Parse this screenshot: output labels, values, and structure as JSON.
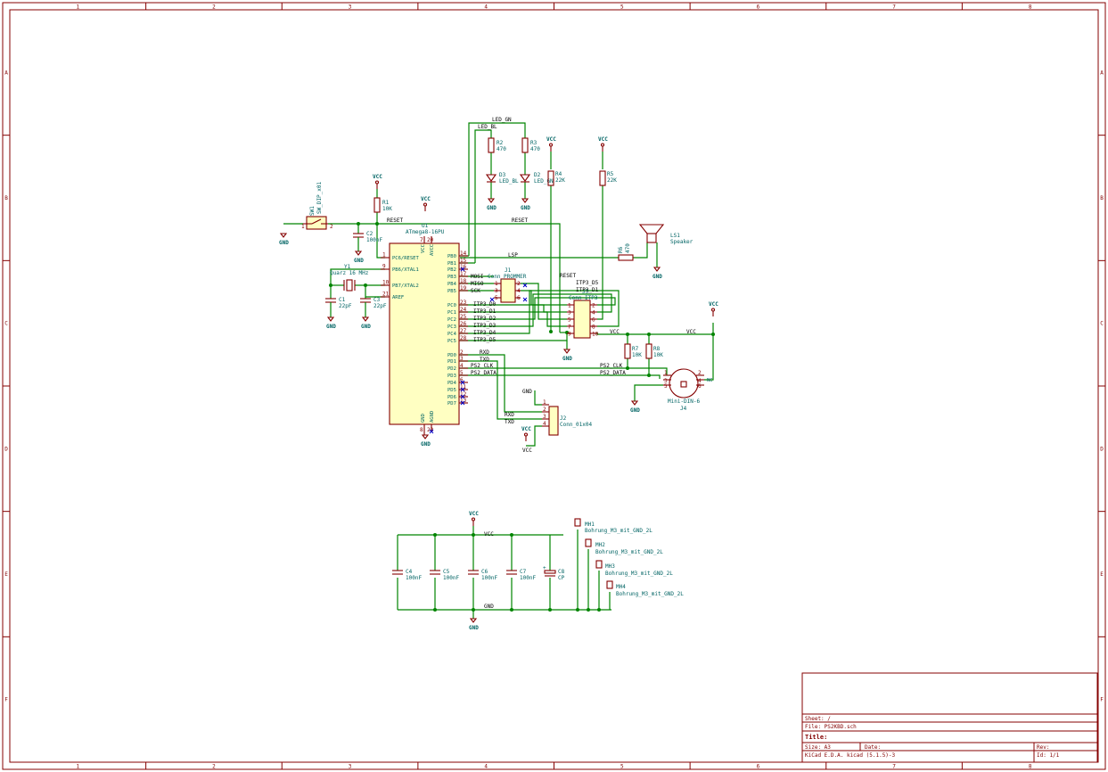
{
  "sheet": {
    "columns": [
      "1",
      "2",
      "3",
      "4",
      "5",
      "6",
      "7",
      "8"
    ],
    "rows": [
      "A",
      "B",
      "C",
      "D",
      "E",
      "F"
    ],
    "title_block": {
      "sheet": "Sheet: /",
      "file": "File: PS2KBD.sch",
      "title": "Title:",
      "size": "Size: A3",
      "date": "Date:",
      "rev": "Rev:",
      "tool": "KiCad E.D.A.  kicad (5.1.5)-3",
      "id": "Id: 1/1"
    }
  },
  "components": {
    "u1": {
      "ref": "U1",
      "value": "ATmega8-16PU",
      "left_pins": [
        {
          "num": "1",
          "name": "PC6/RESET"
        },
        {
          "num": "9",
          "name": "PB6/XTAL1"
        },
        {
          "num": "10",
          "name": "PB7/XTAL2"
        },
        {
          "num": "21",
          "name": "AREF"
        }
      ],
      "right_pins": [
        {
          "num": "14",
          "name": "PB0"
        },
        {
          "num": "15",
          "name": "PB1"
        },
        {
          "num": "16",
          "name": "PB2"
        },
        {
          "num": "17",
          "name": "PB3"
        },
        {
          "num": "18",
          "name": "PB4"
        },
        {
          "num": "19",
          "name": "PB5"
        },
        {
          "num": "23",
          "name": "PC0"
        },
        {
          "num": "24",
          "name": "PC1"
        },
        {
          "num": "25",
          "name": "PC2"
        },
        {
          "num": "26",
          "name": "PC3"
        },
        {
          "num": "27",
          "name": "PC4"
        },
        {
          "num": "28",
          "name": "PC5"
        },
        {
          "num": "2",
          "name": "PD0"
        },
        {
          "num": "3",
          "name": "PD1"
        },
        {
          "num": "4",
          "name": "PD2"
        },
        {
          "num": "5",
          "name": "PD3"
        },
        {
          "num": "6",
          "name": "PD4"
        },
        {
          "num": "11",
          "name": "PD5"
        },
        {
          "num": "12",
          "name": "PD6"
        },
        {
          "num": "13",
          "name": "PD7"
        }
      ],
      "top_pins": [
        {
          "num": "7",
          "name": "VCC"
        },
        {
          "num": "20",
          "name": "AVCC"
        }
      ],
      "bottom_pins": [
        {
          "num": "8",
          "name": "GND"
        },
        {
          "num": "22",
          "name": "AGND"
        }
      ]
    },
    "sw1": {
      "ref": "SW1",
      "value": "SW_DIP_x01",
      "pin1": "1",
      "pin2": "2"
    },
    "r1": {
      "ref": "R1",
      "value": "10K"
    },
    "c2": {
      "ref": "C2",
      "value": "100nF"
    },
    "y1": {
      "ref": "Y1",
      "value": "Quarz 16 MHz"
    },
    "c1": {
      "ref": "C1",
      "value": "22pF"
    },
    "c3": {
      "ref": "C3",
      "value": "22pF"
    },
    "r2": {
      "ref": "R2",
      "value": "470"
    },
    "r3": {
      "ref": "R3",
      "value": "470"
    },
    "d3": {
      "ref": "D3",
      "value": "LED_BL"
    },
    "d2": {
      "ref": "D2",
      "value": "LED_GN"
    },
    "r4": {
      "ref": "R4",
      "value": "22K"
    },
    "r5": {
      "ref": "R5",
      "value": "22K"
    },
    "r6": {
      "ref": "R6",
      "value": "470"
    },
    "ls1": {
      "ref": "LS1",
      "value": "Speaker"
    },
    "j1": {
      "ref": "J1",
      "value": "Conn_PROMMER",
      "pins": [
        "1",
        "2",
        "3",
        "4",
        "5",
        "6"
      ]
    },
    "j3": {
      "ref": "J3",
      "value": "Conn_ITP3",
      "pins": [
        "1",
        "2",
        "3",
        "4",
        "5",
        "6",
        "7",
        "8",
        "9",
        "10"
      ]
    },
    "j2": {
      "ref": "J2",
      "value": "Conn_01x04",
      "pins": [
        "1",
        "2",
        "3",
        "4"
      ]
    },
    "j4": {
      "ref": "J4",
      "value": "Mini-DIN-6",
      "pins": [
        "1",
        "2",
        "3",
        "4",
        "5",
        "6"
      ],
      "nc": "NC"
    },
    "r7": {
      "ref": "R7",
      "value": "10K"
    },
    "r8": {
      "ref": "R8",
      "value": "10K"
    },
    "c4": {
      "ref": "C4",
      "value": "100nF"
    },
    "c5": {
      "ref": "C5",
      "value": "100nF"
    },
    "c6": {
      "ref": "C6",
      "value": "100nF"
    },
    "c7": {
      "ref": "C7",
      "value": "100nF"
    },
    "c8": {
      "ref": "C8",
      "value": "CP"
    },
    "mh1": {
      "ref": "MH1",
      "value": "Bohrung_M3_mit_GND_2L"
    },
    "mh2": {
      "ref": "MH2",
      "value": "Bohrung_M3_mit_GND_2L"
    },
    "mh3": {
      "ref": "MH3",
      "value": "Bohrung_M3_mit_GND_2L"
    },
    "mh4": {
      "ref": "MH4",
      "value": "Bohrung_M3_mit_GND_2L"
    }
  },
  "nets": {
    "vcc": "VCC",
    "gnd": "GND",
    "reset": "RESET",
    "led_gn": "LED_GN",
    "led_bl": "LED_BL",
    "lsp": "LSP",
    "mosi": "MOSI",
    "miso": "MISO",
    "sck": "SCK",
    "itp3_d0": "ITP3_D0",
    "itp3_d1": "ITP3_D1",
    "itp3_d2": "ITP3_D2",
    "itp3_d3": "ITP3_D3",
    "itp3_d4": "ITP3_D4",
    "itp3_d5": "ITP3_D5",
    "rxd": "RXD",
    "txd": "TXD",
    "ps2_clk": "PS2_CLK",
    "ps2_data": "PS2_DATA"
  }
}
